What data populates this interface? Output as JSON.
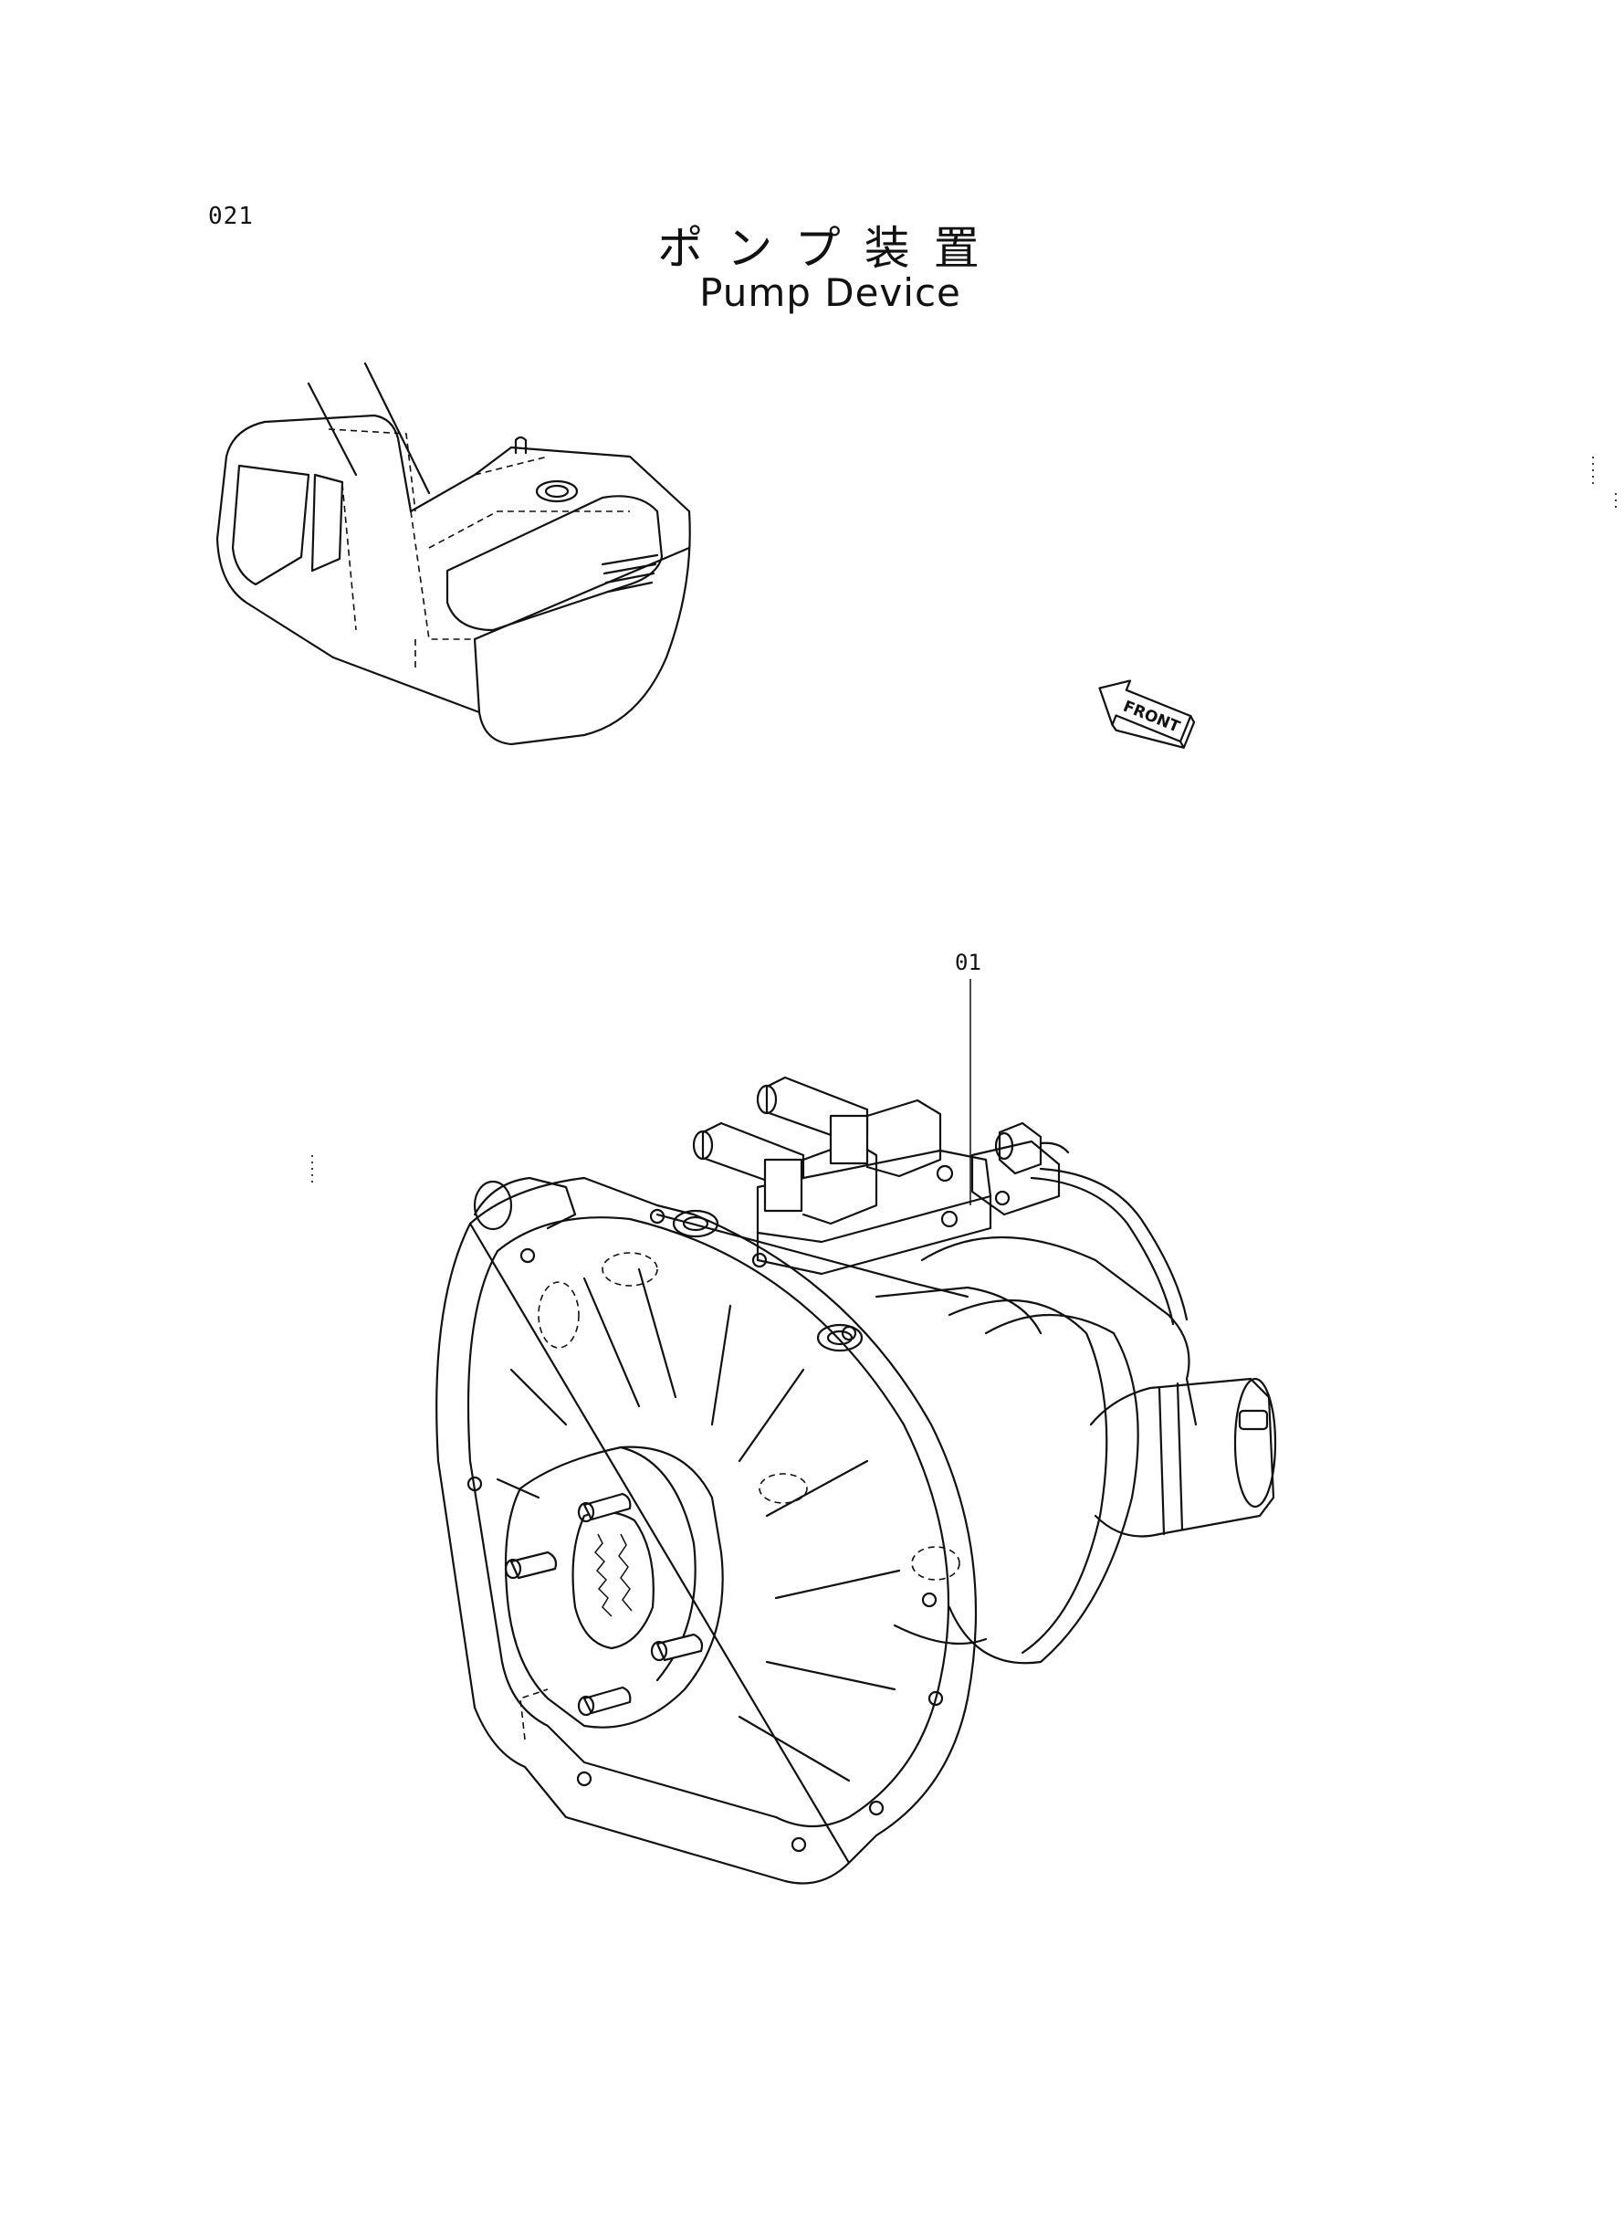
{
  "page": {
    "number": "021",
    "title_jp": "ポンプ装置",
    "title_en": "Pump Device"
  },
  "callouts": [
    {
      "label": "01"
    }
  ],
  "orientation": {
    "arrow_text": "FRONT",
    "icon": "front-arrow-icon"
  },
  "figures": {
    "overview": "excavator-overview-icon",
    "main": "pump-device-drawing"
  }
}
